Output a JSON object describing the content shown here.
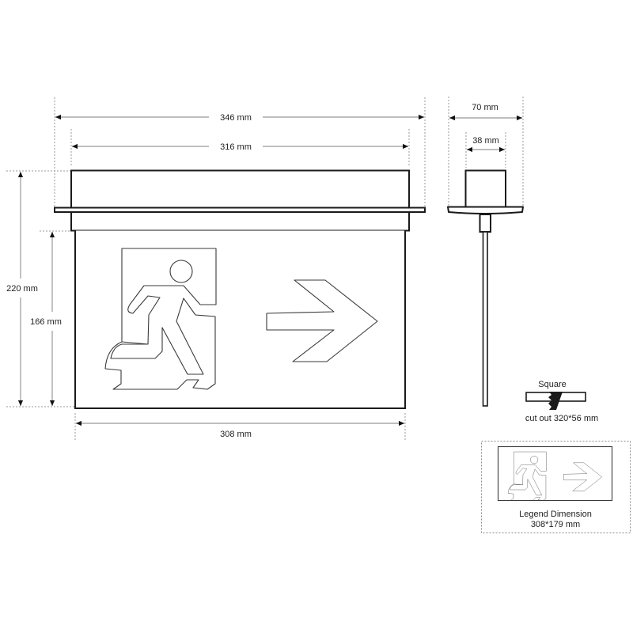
{
  "drawing": {
    "title": "Exit sign dimension drawing",
    "front_view": {
      "overall_width": "346 mm",
      "housing_width": "316 mm",
      "overall_height": "220 mm",
      "panel_height": "166 mm",
      "panel_width": "308 mm"
    },
    "side_view": {
      "flange_depth": "70 mm",
      "housing_depth": "38 mm"
    },
    "cutout": {
      "label": "Square",
      "caption": "cut out  320*56 mm"
    },
    "legend": {
      "title": "Legend Dimension",
      "size": "308*179 mm"
    },
    "pictogram": {
      "symbol": "running-man-exit-icon",
      "direction": "right-arrow-icon"
    },
    "colors": {
      "line": "#1a1a1a",
      "dimension_line": "#a8a8a8",
      "background": "#ffffff"
    }
  }
}
